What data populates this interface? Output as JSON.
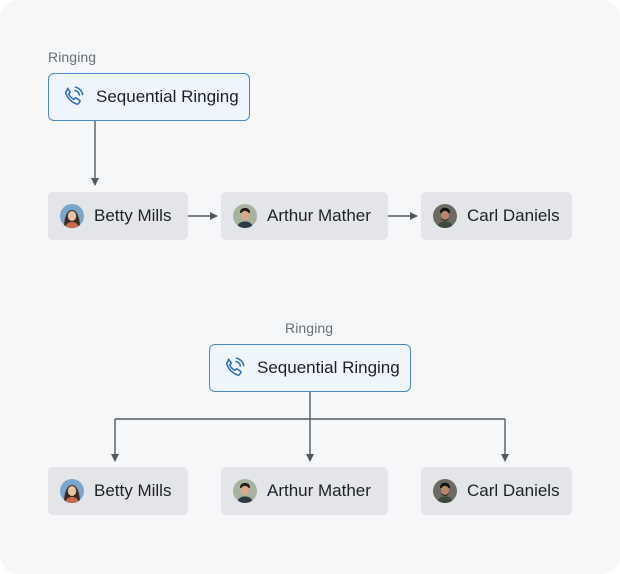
{
  "diagrams": [
    {
      "layout": "sequential",
      "group_label": "Ringing",
      "trigger": {
        "label": "Sequential Ringing",
        "icon": "phone-ringing-icon"
      },
      "people": [
        {
          "name": "Betty Mills",
          "avatar": "avatar-betty-mills"
        },
        {
          "name": "Arthur Mather",
          "avatar": "avatar-arthur-mather"
        },
        {
          "name": "Carl Daniels",
          "avatar": "avatar-carl-daniels"
        }
      ]
    },
    {
      "layout": "parallel",
      "group_label": "Ringing",
      "trigger": {
        "label": "Sequential Ringing",
        "icon": "phone-ringing-icon"
      },
      "people": [
        {
          "name": "Betty Mills",
          "avatar": "avatar-betty-mills"
        },
        {
          "name": "Arthur Mather",
          "avatar": "avatar-arthur-mather"
        },
        {
          "name": "Carl Daniels",
          "avatar": "avatar-carl-daniels"
        }
      ]
    }
  ],
  "colors": {
    "background": "#f6f7f9",
    "trigger_fill": "#eef5fd",
    "trigger_border": "#4a86c8",
    "trigger_icon": "#2f6db5",
    "person_fill": "#e4e5e8",
    "connector": "#55585e",
    "label_text": "#6b6f76"
  }
}
